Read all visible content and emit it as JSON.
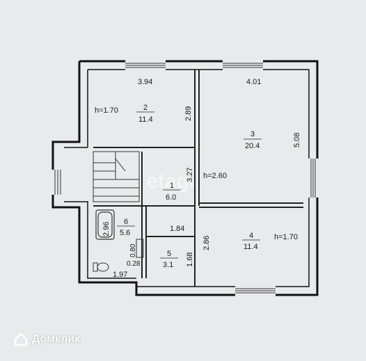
{
  "rooms": [
    {
      "id": "1",
      "area": "6.0"
    },
    {
      "id": "2",
      "area": "11.4",
      "height": "h=1.70"
    },
    {
      "id": "3",
      "area": "20.4",
      "height": "h=2.60"
    },
    {
      "id": "4",
      "area": "11.4",
      "height": "h=1.70"
    },
    {
      "id": "5",
      "area": "3.1"
    },
    {
      "id": "6",
      "area": "5.6"
    }
  ],
  "dimensions": {
    "room2_width": "3.94",
    "room2_depth": "2.89",
    "room3_width": "4.01",
    "room3_depth": "5.08",
    "room1_depth": "3.27",
    "room4_depth": "2.86",
    "room5_depth": "1.68",
    "room5_width": "1.84",
    "bath_length": "2.96",
    "bath_door": "0.80",
    "bath_small": "0.28",
    "bath_width": "1.97"
  },
  "watermark": "etagi",
  "brand": "Домклик",
  "colors": {
    "wall": "#111111",
    "floor": "#e9eaec",
    "line": "#333333"
  }
}
